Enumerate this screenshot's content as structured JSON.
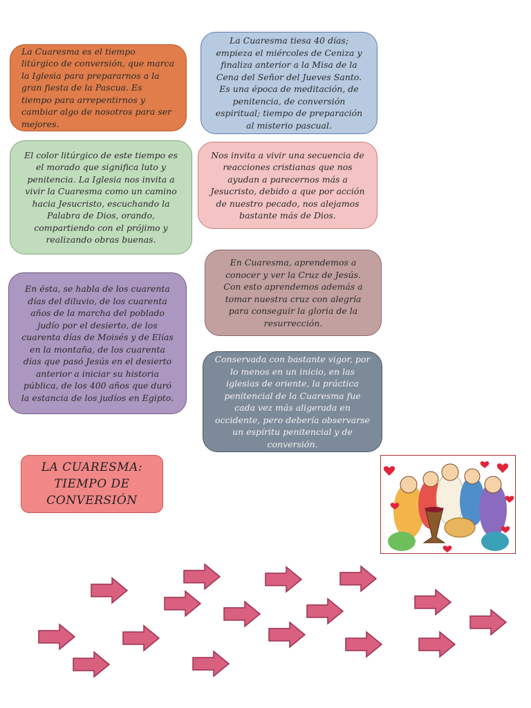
{
  "cards": [
    {
      "id": "c1",
      "text": "La Cuaresma es el tiempo litúrgico de conversión, que marca la Iglesia para prepararnos a la gran fiesta de la Pascua. Es tiempo para arrepentirnos y  cambiar algo de nosotros para ser mejores."
    },
    {
      "id": "c2",
      "text": "La Cuaresma tiesa 40 días; empieza el miércoles de Ceniza y finaliza anterior a la Misa de la Cena del Señor del Jueves Santo. Es una época de meditación, de penitencia, de conversión espiritual; tiempo de preparación al misterio pascual."
    },
    {
      "id": "c3",
      "text": "El color litúrgico de este tiempo es el morado que significa luto y penitencia. La Iglesia nos invita a vivir la Cuaresma como un camino hacia Jesucristo, escuchando la Palabra de Dios, orando, compartiendo con el prójimo y realizando obras buenas."
    },
    {
      "id": "c4",
      "text": "Nos invita a vivir una secuencia de reacciones cristianas que nos ayudan a parecernos más a Jesucristo, debido a que por acción de nuestro pecado, nos alejamos bastante más de Dios."
    },
    {
      "id": "c5",
      "text": "En Cuaresma, aprendemos a conocer y ver la Cruz de Jesús. Con esto aprendemos además a tomar nuestra cruz con alegría para conseguir la gloria de la resurrección."
    },
    {
      "id": "c6",
      "text": "En ésta, se habla de los cuarenta días del diluvio, de los cuarenta años de la marcha del poblado judío por el desierto, de los cuarenta días de Moisés y de Elías en la montaña, de los cuarenta días que pasó Jesús en el desierto anterior a iniciar su historia pública, de los 400 años que duró la estancia de los judíos en Egipto."
    },
    {
      "id": "c7",
      "text": "Conservada con bastante vigor, por lo menos en un inicio, en las iglesias de oriente, la práctica penitencial de la Cuaresma fue cada vez más aligerada en occidente, pero debería observarse un espíritu penitencial y de conversión."
    }
  ],
  "title": {
    "line1": "LA CUARESMA:",
    "line2": "TIEMPO DE",
    "line3": "CONVERSIÓN"
  },
  "colors": {
    "arrow_fill": "#d9607f",
    "arrow_stroke": "#9c3052",
    "heart": "#e0243a"
  },
  "illustration": {
    "icon": "eucharist-people-illustration"
  }
}
